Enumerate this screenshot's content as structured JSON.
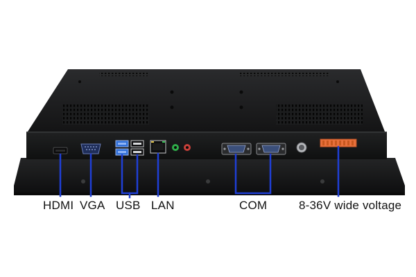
{
  "labels": {
    "hdmi": "HDMI",
    "vga": "VGA",
    "usb": "USB",
    "lan": "LAN",
    "com": "COM",
    "power": "8-36V wide voltage"
  },
  "colors": {
    "background": "#ffffff",
    "chassis": "#1b1b1c",
    "callout_line": "#1f3fd6",
    "usb_port": "#2f6fd8",
    "audio_green": "#2fae4a",
    "audio_red": "#c8403a",
    "power_terminal": "#e8703a",
    "label_text": "#111111"
  },
  "icons": {
    "hdmi": "hdmi-port-icon",
    "vga": "vga-port-icon",
    "usb": "usb-port-icon",
    "lan": "rj45-port-icon",
    "audio": "audio-jack-icon",
    "com": "serial-port-icon",
    "power_button": "power-button-icon",
    "power_connector": "terminal-block-icon"
  }
}
